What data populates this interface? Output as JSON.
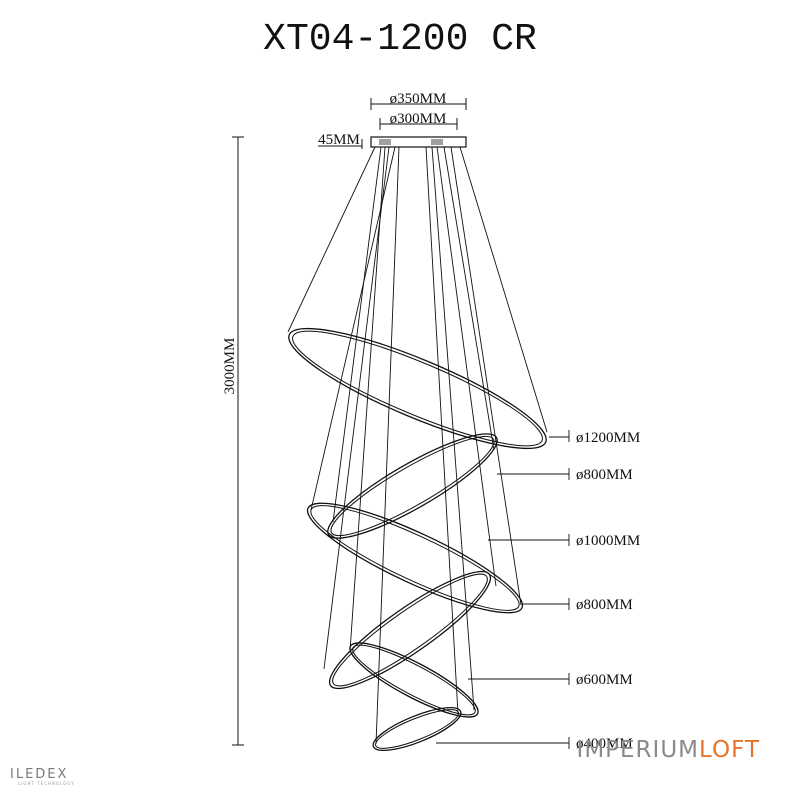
{
  "title": "XT04-1200 CR",
  "canopy": {
    "outer_diameter": "ø350MM",
    "inner_diameter": "ø300MM",
    "height": "45MM"
  },
  "total_height": "3000MM",
  "rings": [
    {
      "label": "ø1200MM"
    },
    {
      "label": "ø800MM"
    },
    {
      "label": "ø1000MM"
    },
    {
      "label": "ø800MM"
    },
    {
      "label": "ø600MM"
    },
    {
      "label": "ø400MM"
    }
  ],
  "branding": {
    "left_logo": "ILEDEX",
    "left_tagline": "LIGHT TECHNOLOGY",
    "right_logo_part1": "IMPERIUM",
    "right_logo_part2": "LOFT",
    "right_color_1": "#8a8a8a",
    "right_color_2": "#e8742a"
  }
}
